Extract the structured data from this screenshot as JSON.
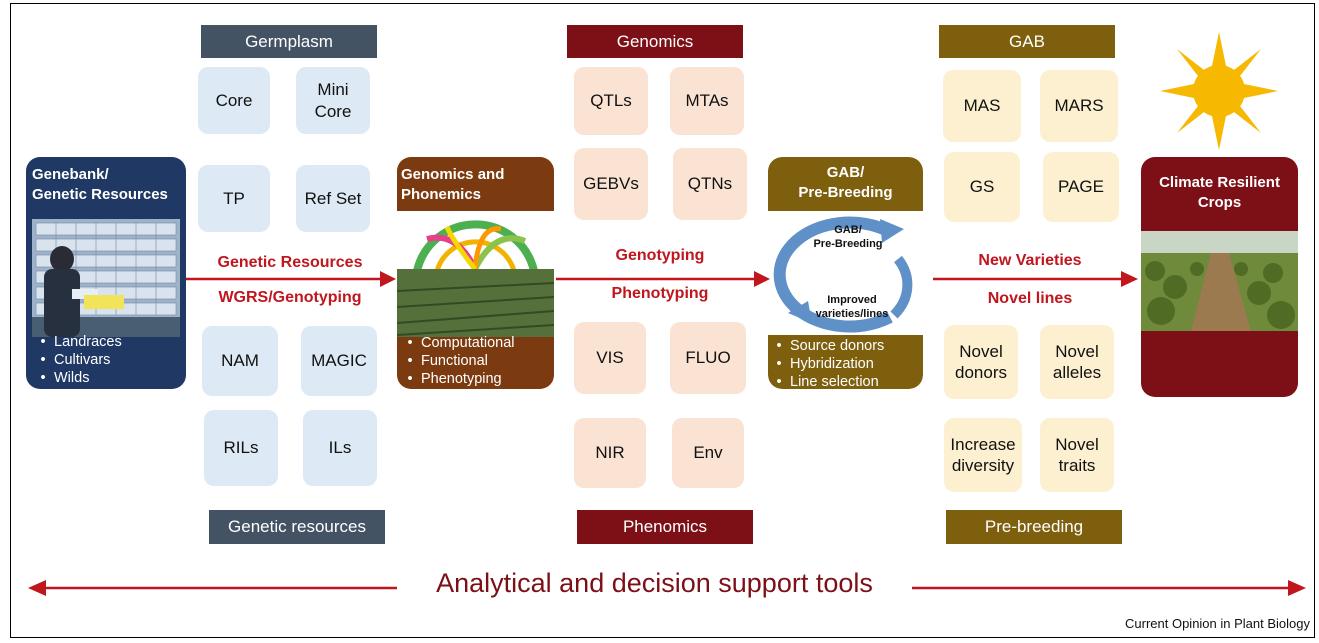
{
  "headers": {
    "germplasm": "Germplasm",
    "genetic_resources": "Genetic resources",
    "genomics": "Genomics",
    "phenomics": "Phenomics",
    "gab": "GAB",
    "pre_breeding": "Pre-breeding"
  },
  "germplasm_boxes": [
    "Core",
    "Mini Core",
    "TP",
    "Ref Set"
  ],
  "resource_boxes": [
    "NAM",
    "MAGIC",
    "RILs",
    "ILs"
  ],
  "genomics_boxes": [
    "QTLs",
    "MTAs",
    "GEBVs",
    "QTNs"
  ],
  "phenomics_boxes": [
    "VIS",
    "FLUO",
    "NIR",
    "Env"
  ],
  "gab_boxes": [
    "MAS",
    "MARS",
    "GS",
    "PAGE"
  ],
  "prebreeding_boxes": [
    "Novel donors",
    "Novel alleles",
    "Increase diversity",
    "Novel traits"
  ],
  "genebank": {
    "title_line1": "Genebank/",
    "title_line2": "Genetic Resources",
    "items": [
      "Landraces",
      "Cultivars",
      "Wilds"
    ]
  },
  "genomics_phenomics": {
    "title_line1": "Genomics and",
    "title_line2": "Phonemics",
    "items": [
      "Computational",
      "Functional",
      "Phenotyping"
    ]
  },
  "gab_prebreeding": {
    "title_line1": "GAB/",
    "title_line2": "Pre-Breeding",
    "cycle_top_line1": "GAB/",
    "cycle_top_line2": "Pre-Breeding",
    "cycle_bottom_line1": "Improved",
    "cycle_bottom_line2": "varieties/lines",
    "items": [
      "Source donors",
      "Hybridization",
      "Line selection"
    ]
  },
  "climate": {
    "title_line1": "Climate Resilient",
    "title_line2": "Crops"
  },
  "arrow_labels": {
    "a1_top": "Genetic Resources",
    "a1_bottom": "WGRS/Genotyping",
    "a2_top": "Genotyping",
    "a2_bottom": "Phenotyping",
    "a3_top": "New Varieties",
    "a3_bottom": "Novel lines"
  },
  "bottom_banner": "Analytical and decision support tools",
  "credit": "Current Opinion in Plant Biology",
  "colors": {
    "arrow_red": "#c0161e",
    "navy": "#1f3864",
    "brown": "#7b3a10",
    "olive": "#7d5f0d",
    "maroon": "#7d0f16",
    "sun": "#f6b800"
  }
}
